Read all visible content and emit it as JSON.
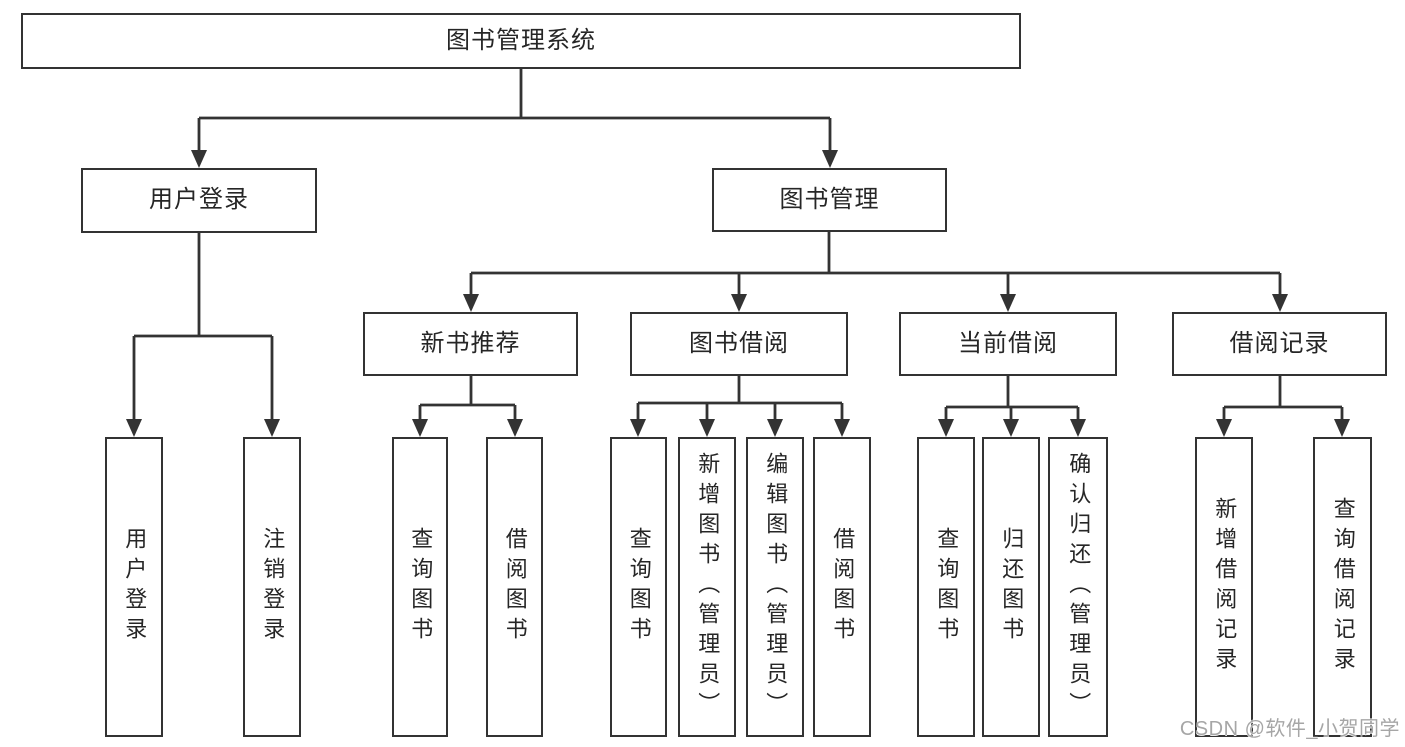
{
  "nodes": {
    "root": "图书管理系统",
    "user_login": "用户登录",
    "book_management": "图书管理",
    "new_book_recommend": "新书推荐",
    "book_borrow": "图书借阅",
    "current_borrow": "当前借阅",
    "borrow_records": "借阅记录"
  },
  "leaves": {
    "user_login": [
      "用户登录",
      "注销登录"
    ],
    "new_book_recommend": [
      "查询图书",
      "借阅图书"
    ],
    "book_borrow": [
      "查询图书",
      "新增图书（管理员）",
      "编辑图书（管理员）",
      "借阅图书"
    ],
    "current_borrow": [
      "查询图书",
      "归还图书",
      "确认归还（管理员）"
    ],
    "borrow_records": [
      "新增借阅记录",
      "查询借阅记录"
    ]
  },
  "watermark": "CSDN @软件_小贺同学",
  "colors": {
    "line": "#333333",
    "box_border": "#333333",
    "box_fill": "#ffffff",
    "text": "#262626",
    "background": "#ffffff",
    "watermark": "#a6a6a6"
  }
}
